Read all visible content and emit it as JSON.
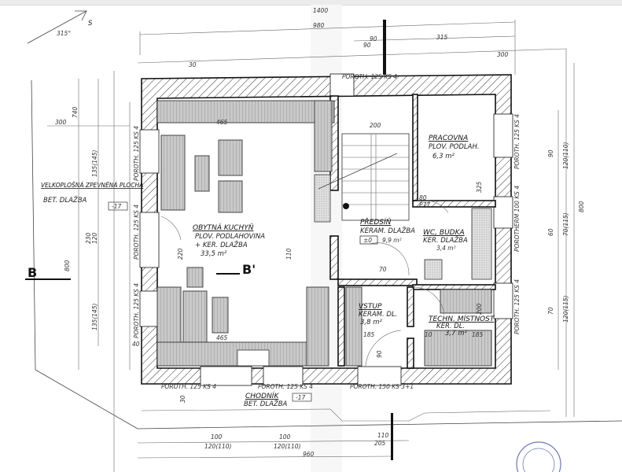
{
  "rooms": {
    "kitchen": {
      "name": "OBYTNÁ KUCHYŇ",
      "floor1": "PLOV. PODLAHOVINA",
      "floor2": "+ KER. DLAŽBA",
      "area": "33,5 m²"
    },
    "study": {
      "name": "PRACOVNA",
      "floor": "PLOV. PODLAH.",
      "area": "6,3 m²"
    },
    "hall": {
      "name": "PŘEDSÍŇ",
      "floor": "KERAM. DLAŽBA",
      "area": "9,9 m²",
      "level": "±0"
    },
    "wc": {
      "name": "WC, BUDKA",
      "floor": "KER. DLAŽBA",
      "area": "3,4 m²"
    },
    "entry": {
      "name": "VSTUP",
      "floor": "KERAM. DL.",
      "area": "3,8 m²"
    },
    "tech": {
      "name": "TECHN. MÍSTNOST",
      "floor": "KER. DL.",
      "area": "3,7 m²"
    }
  },
  "exterior": {
    "paved_1": "VELKOPLOŠNÁ ZPEVNĚNÁ PLOCHA",
    "paved_2": "BET. DLAŽBA",
    "paved_level": "-17",
    "walk_1": "CHODNÍK",
    "walk_2": "BET. DLAŽBA",
    "walk_level": "-17"
  },
  "windows": {
    "top": "POROTH. 125 KS 4",
    "bottom_1": "POROTH. 125 KS 4",
    "bottom_2": "POROTH. 125 KS 4",
    "bottom_3": "POROTH. 150 KS 3+1",
    "right_1": "POROTH. 125 KS 4",
    "right_2": "POROTHERM 100 KS 4",
    "right_3": "POROTH. 125 KS 4",
    "left_1": "POROTH. 125 KS 4",
    "left_2": "POROTH. 125 KS 4",
    "left_3": "POROTH. 125 KS 4"
  },
  "sections": {
    "b_left": "B",
    "b_right": "B'",
    "north": "S",
    "angle": "315°"
  },
  "dimensions": {
    "top_total_hand": "1400",
    "top_total": "980",
    "top_90a": "90",
    "top_90b": "90",
    "top_315": "315",
    "top_300": "300",
    "top_30": "30",
    "left_300": "300",
    "left_740": "740",
    "left_800": "800",
    "left_230": "230",
    "left_120": "120",
    "left_135a": "135(145)",
    "left_135b": "135(145)",
    "left_40": "40",
    "right_800": "800",
    "right_90": "90",
    "right_120": "120(110)",
    "right_60": "60",
    "right_70a": "70(115)",
    "right_70b": "70",
    "right_120b": "120(115)",
    "bot_100a": "100",
    "bot_120a": "120(110)",
    "bot_100b": "100",
    "bot_120b": "120(110)",
    "bot_110": "110",
    "bot_205": "205",
    "bot_total": "960",
    "bot_30": "30",
    "int_465a": "465",
    "int_465b": "465",
    "int_200": "200",
    "int_325": "325",
    "int_80": "80",
    "int_p": "P77",
    "int_70": "70",
    "int_110": "110",
    "int_220": "220",
    "int_185a": "185",
    "int_185b": "185",
    "int_10": "10",
    "int_90": "90",
    "int_200b": "200"
  }
}
